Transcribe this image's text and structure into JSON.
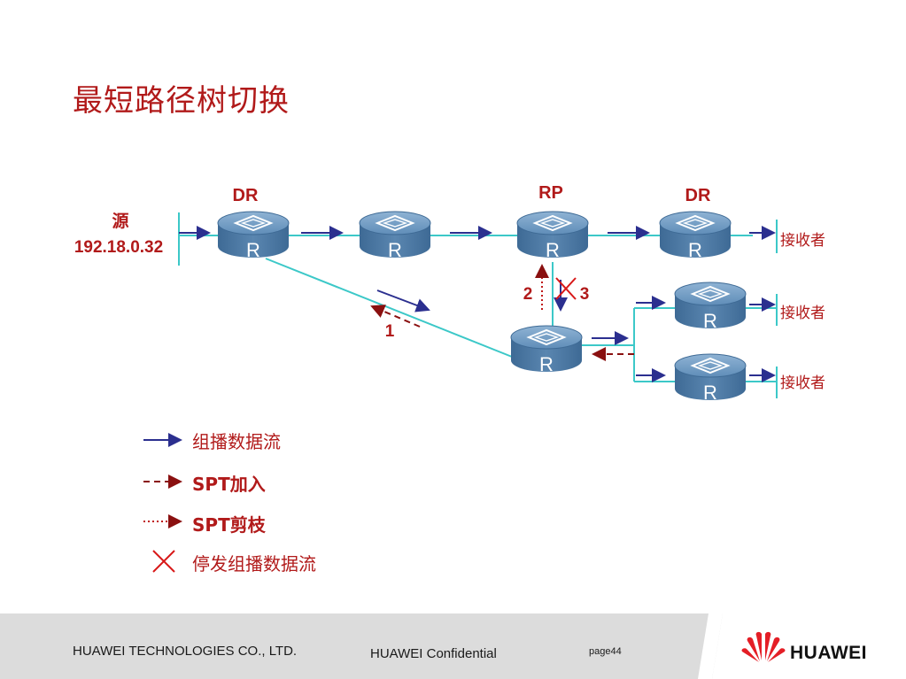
{
  "title": "最短路径树切换",
  "source": {
    "label": "源",
    "ip": "192.18.0.32"
  },
  "labels": {
    "dr_left": "DR",
    "rp": "RP",
    "dr_right": "DR",
    "step1": "1",
    "step2": "2",
    "step3": "3"
  },
  "router_letter": "R",
  "receivers": [
    "接收者",
    "接收者",
    "接收者"
  ],
  "legend": [
    {
      "icon": "solid-arrow-icon",
      "text": "组播数据流"
    },
    {
      "icon": "dashed-arrow-icon",
      "text": "SPT加入"
    },
    {
      "icon": "dotted-arrow-icon",
      "text": "SPT剪枝"
    },
    {
      "icon": "red-x-icon",
      "text": "停发组播数据流"
    }
  ],
  "footer": {
    "company": "HUAWEI TECHNOLOGIES CO., LTD.",
    "confidential": "HUAWEI Confidential",
    "page": "page44",
    "brand": "HUAWEI"
  },
  "colors": {
    "title": "#b11a1a",
    "link": "#3cc8c8",
    "flow": "#2b2f8f",
    "prune": "#b11a1a",
    "router": "#4c7aa6"
  }
}
